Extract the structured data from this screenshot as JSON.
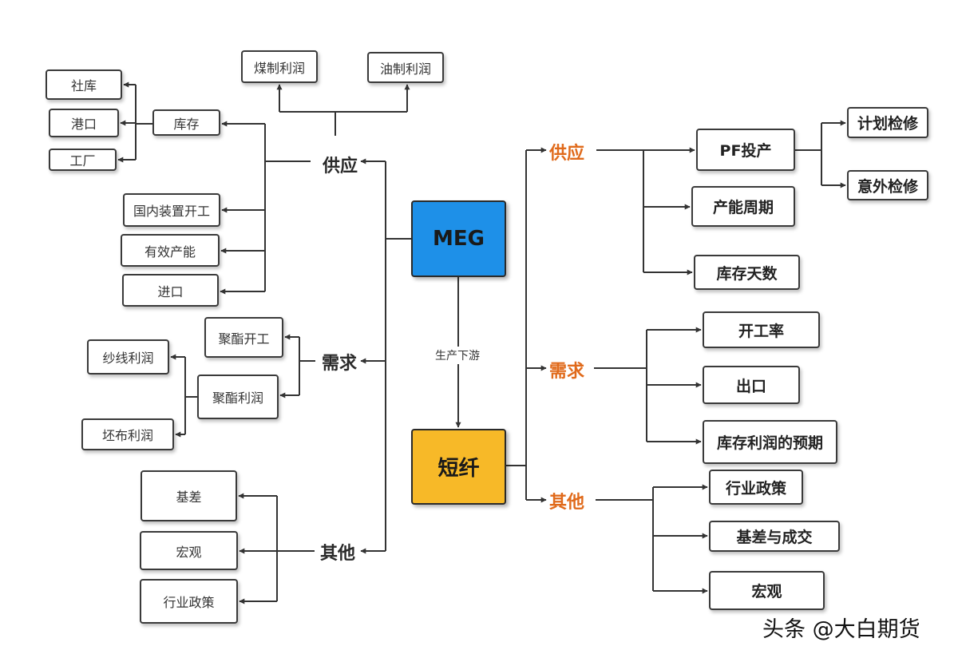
{
  "center": {
    "meg": "MEG",
    "fiber": "短纤",
    "link_label": "生产下游"
  },
  "left": {
    "supply": {
      "title": "供应",
      "profit_coal": "煤制利润",
      "profit_oil": "油制利润",
      "inventory": "库存",
      "social_stock": "社库",
      "port": "港口",
      "factory": "工厂",
      "domestic_run": "国内装置开工",
      "effective_capacity": "有效产能",
      "imports": "进口"
    },
    "demand": {
      "title": "需求",
      "polyester_run": "聚酯开工",
      "polyester_profit": "聚酯利润",
      "yarn_profit": "纱线利润",
      "greige_profit": "坯布利润"
    },
    "other": {
      "title": "其他",
      "basis": "基差",
      "macro": "宏观",
      "policy": "行业政策"
    }
  },
  "right": {
    "supply": {
      "title": "供应",
      "pf_output": "PF投产",
      "planned_maint": "计划检修",
      "unplanned_maint": "意外检修",
      "capacity_cycle": "产能周期",
      "inventory_days": "库存天数"
    },
    "demand": {
      "title": "需求",
      "run_rate": "开工率",
      "export": "出口",
      "inventory_profit_exp": "库存利润的预期"
    },
    "other": {
      "title": "其他",
      "policy": "行业政策",
      "basis_deals": "基差与成交",
      "macro": "宏观"
    }
  },
  "colors": {
    "meg_fill": "#1e90e8",
    "fiber_fill": "#f7b928",
    "right_category": "#e06a1b",
    "line": "#333333"
  },
  "watermark": "头条 @大白期货"
}
